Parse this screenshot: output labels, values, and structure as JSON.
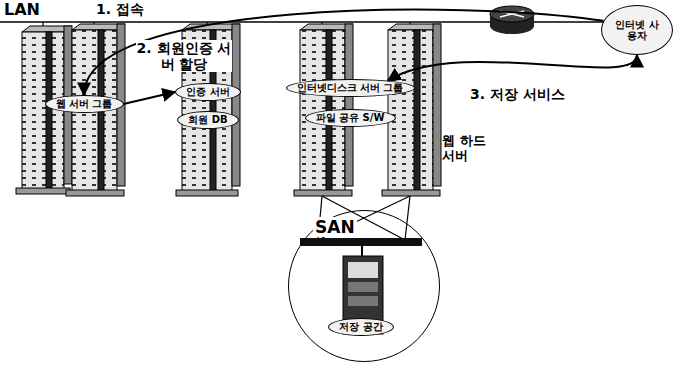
{
  "diagram": {
    "nodes": [
      {
        "text": [
          "인터넷 사용자"
        ]
      },
      {
        "text": [
          "웹 서버 그룹"
        ]
      },
      {
        "text": [
          "인증 서버"
        ]
      },
      {
        "text": [
          "회원 DB"
        ]
      },
      {
        "text": [
          "인터넷디스크 서버 그룹"
        ]
      },
      {
        "text": [
          "파일 공유 S/W"
        ]
      },
      {
        "text": [
          "SAN"
        ]
      },
      {
        "text": [
          "저장 공간"
        ],
        "in": 6
      }
    ],
    "edges": [
      {
        "from": 0,
        "to": 1,
        "label": "1. 접속",
        "arrow": "to"
      },
      {
        "from": 1,
        "to": 2,
        "label": "2. 회원인증 서버 할당",
        "arrow": "to"
      },
      {
        "from": 4,
        "to": 0,
        "label": "3. 저장 서비스",
        "arrow": "both"
      }
    ],
    "labels": [
      "LAN",
      "웹 하드 서버"
    ]
  }
}
